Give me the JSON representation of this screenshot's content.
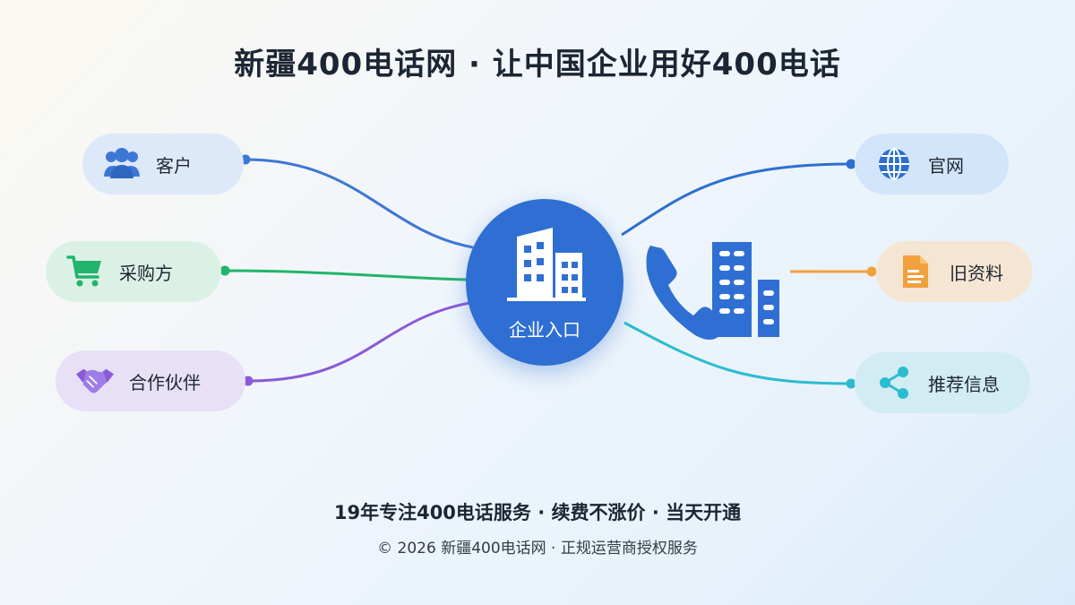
{
  "title": "新疆400电话网 · 让中国企业用好400电话",
  "hub": {
    "label": "企业入口",
    "icon": "office-building-icon"
  },
  "nodes": {
    "client": {
      "label": "客户",
      "icon": "users-icon",
      "color": "#3d77d6"
    },
    "buyer": {
      "label": "采购方",
      "icon": "shopping-cart-icon",
      "color": "#22b46a"
    },
    "partner": {
      "label": "合作伙伴",
      "icon": "handshake-icon",
      "color": "#8a5ad8"
    },
    "site": {
      "label": "官网",
      "icon": "globe-icon",
      "color": "#2d6fd0"
    },
    "old": {
      "label": "旧资料",
      "icon": "document-icon",
      "color": "#f0a13c"
    },
    "rec": {
      "label": "推荐信息",
      "icon": "share-icon",
      "color": "#2bbcd0"
    }
  },
  "footer": {
    "tagline": "19年专注400电话服务 · 续费不涨价 · 当天开通",
    "copyright": "© 2026 新疆400电话网 · 正规运营商授权服务"
  }
}
